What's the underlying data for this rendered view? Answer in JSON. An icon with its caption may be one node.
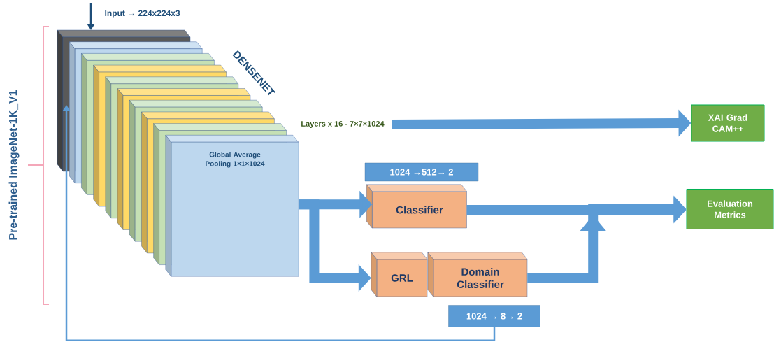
{
  "diagram": {
    "nodes": [
      {
        "text": [
          "DENSENET"
        ]
      },
      {
        "text": [
          "Global Average Pooling 1×1×1024"
        ],
        "in": 0
      },
      {
        "text": [
          "Layers x 16 - 7×7×1024"
        ]
      },
      {
        "text": [
          "XAI Grad CAM++"
        ]
      },
      {
        "text": [
          "1024 →512→ 2"
        ]
      },
      {
        "text": [
          "Classifier"
        ]
      },
      {
        "text": [
          "GRL"
        ]
      },
      {
        "text": [
          "Domain Classifier"
        ]
      },
      {
        "text": [
          "Evaluation Metrics"
        ]
      },
      {
        "text": [
          "1024 → 8→ 2"
        ]
      }
    ],
    "edges": [
      {
        "from": null,
        "to": 0,
        "arrow": "to",
        "color": "#1f4e79"
      },
      {
        "from": 2,
        "to": 3,
        "arrow": "to"
      },
      {
        "from": 1,
        "to": 5,
        "arrow": "to"
      },
      {
        "from": 1,
        "to": 6,
        "arrow": "to"
      },
      {
        "from": 5,
        "to": 8,
        "arrow": "to"
      },
      {
        "from": 7,
        "to": 8,
        "arrow": "to"
      },
      {
        "from": 9,
        "to": 0,
        "arrow": "to"
      }
    ],
    "labels": [
      "Input → 224x224x3",
      "Pre-trained ImageNet-1K_V1"
    ]
  }
}
